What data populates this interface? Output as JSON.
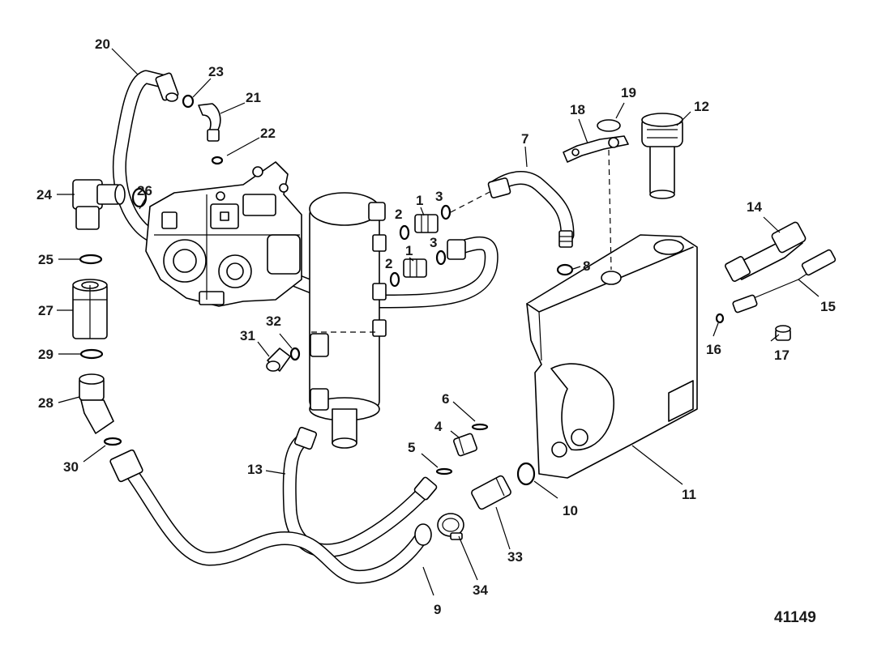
{
  "figure_number": "41149",
  "callouts": [
    {
      "id": "c1a",
      "label": "1"
    },
    {
      "id": "c1b",
      "label": "1"
    },
    {
      "id": "c2a",
      "label": "2"
    },
    {
      "id": "c2b",
      "label": "2"
    },
    {
      "id": "c3a",
      "label": "3"
    },
    {
      "id": "c3b",
      "label": "3"
    },
    {
      "id": "c4",
      "label": "4"
    },
    {
      "id": "c5",
      "label": "5"
    },
    {
      "id": "c6",
      "label": "6"
    },
    {
      "id": "c7",
      "label": "7"
    },
    {
      "id": "c8",
      "label": "8"
    },
    {
      "id": "c9",
      "label": "9"
    },
    {
      "id": "c10",
      "label": "10"
    },
    {
      "id": "c11",
      "label": "11"
    },
    {
      "id": "c12",
      "label": "12"
    },
    {
      "id": "c13",
      "label": "13"
    },
    {
      "id": "c14",
      "label": "14"
    },
    {
      "id": "c15",
      "label": "15"
    },
    {
      "id": "c16",
      "label": "16"
    },
    {
      "id": "c17",
      "label": "17"
    },
    {
      "id": "c18",
      "label": "18"
    },
    {
      "id": "c19",
      "label": "19"
    },
    {
      "id": "c20",
      "label": "20"
    },
    {
      "id": "c21",
      "label": "21"
    },
    {
      "id": "c22",
      "label": "22"
    },
    {
      "id": "c23",
      "label": "23"
    },
    {
      "id": "c24",
      "label": "24"
    },
    {
      "id": "c25",
      "label": "25"
    },
    {
      "id": "c26",
      "label": "26"
    },
    {
      "id": "c27",
      "label": "27"
    },
    {
      "id": "c28",
      "label": "28"
    },
    {
      "id": "c29",
      "label": "29"
    },
    {
      "id": "c30",
      "label": "30"
    },
    {
      "id": "c31",
      "label": "31"
    },
    {
      "id": "c32",
      "label": "32"
    },
    {
      "id": "c33",
      "label": "33"
    },
    {
      "id": "c34",
      "label": "34"
    }
  ]
}
